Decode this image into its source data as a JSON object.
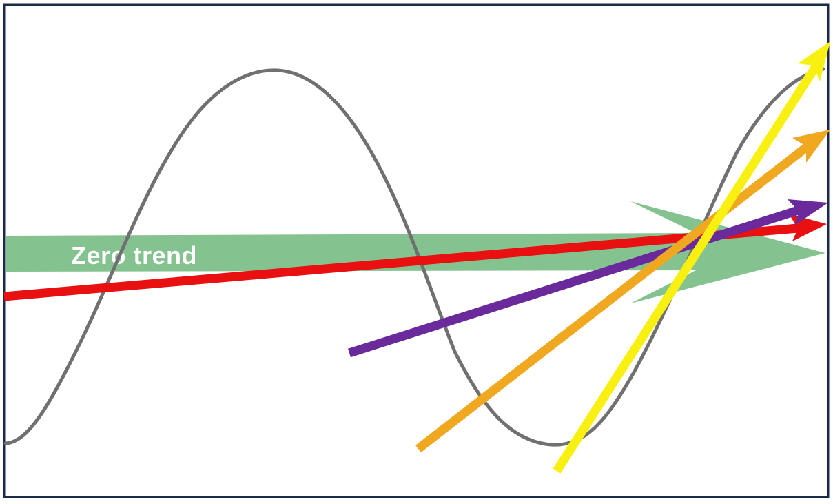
{
  "diagram": {
    "zero_trend_label": "Zero trend",
    "colors": {
      "background": "#ffffff",
      "frame": "#1c2a4a",
      "wave": "#707070",
      "zero_trend_band": "#7dbf8a",
      "red_arrow": "#e81010",
      "purple_arrow": "#6a2a9c",
      "orange_arrow": "#f0a820",
      "yellow_arrow": "#f8f010"
    },
    "arrows": [
      {
        "name": "red-trend-arrow",
        "color_key": "red_arrow"
      },
      {
        "name": "purple-trend-arrow",
        "color_key": "purple_arrow"
      },
      {
        "name": "orange-trend-arrow",
        "color_key": "orange_arrow"
      },
      {
        "name": "yellow-trend-arrow",
        "color_key": "yellow_arrow"
      }
    ]
  }
}
